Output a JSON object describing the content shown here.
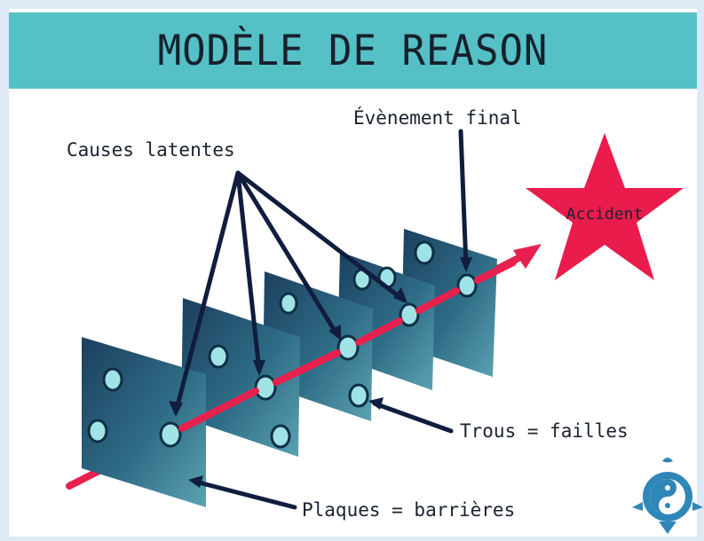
{
  "title": "MODÈLE DE REASON",
  "labels": {
    "latent_causes": "Causes latentes",
    "final_event": "Évènement final",
    "accident": "Accident",
    "holes": "Trous = failles",
    "plates": "Plaques = barrières"
  },
  "colors": {
    "banner": "#55c0c6",
    "plate": "#2f6f86",
    "hole": "#9fe3e6",
    "trajectory": "#e8204e",
    "star": "#e91c4c",
    "pointer": "#111d3f"
  },
  "icons": [
    "logo-icon"
  ]
}
